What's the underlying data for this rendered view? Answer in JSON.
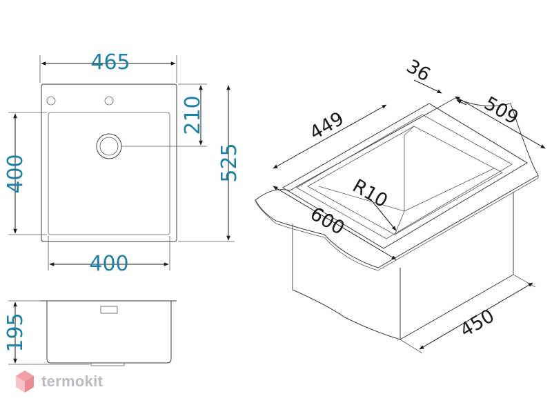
{
  "brand": {
    "name": "termokit",
    "logo_color": "#f2a0a8",
    "text_color": "#b9bcc0"
  },
  "colors": {
    "dimension_text": "#1f7fa0",
    "outline": "#3a3a3a"
  },
  "top_view": {
    "width_overall": "465",
    "height_left": "400",
    "height_offset": "210",
    "height_overall": "525",
    "bowl_width": "400"
  },
  "side_view": {
    "depth": "195"
  },
  "iso_view": {
    "rim": "36",
    "depth_overall": "509",
    "inner_length": "449",
    "radius": "R10",
    "length_overall": "600",
    "cabinet": "450"
  }
}
